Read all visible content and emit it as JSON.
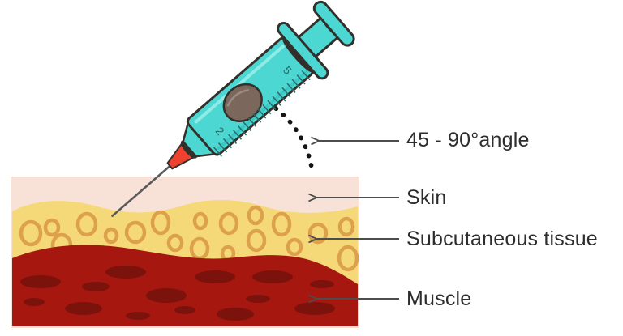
{
  "labels": {
    "angle": "45 - 90°angle",
    "skin": "Skin",
    "subcutaneous": "Subcutaneous tissue",
    "muscle": "Muscle"
  },
  "syringe": {
    "scale_marks": [
      "2",
      "5"
    ]
  },
  "colors": {
    "skin": "#f8e2d7",
    "subcutaneous": "#f5d978",
    "fat_ring": "#dda04b",
    "muscle": "#a6170f",
    "muscle_fiber": "#7c120c",
    "syringe_body": "#4cd7d3",
    "syringe_highlight": "#9deee9",
    "syringe_shade": "#2bbcbc",
    "syringe_outline": "#33302b",
    "plunger_stopper": "#7c675c",
    "needle_hub": "#ef4130",
    "needle": "#5a5a5a",
    "tick": "#2e6b66",
    "label_text": "#2d2d2d",
    "arrow": "#4d4d4d",
    "angle_arc": "#141414"
  }
}
